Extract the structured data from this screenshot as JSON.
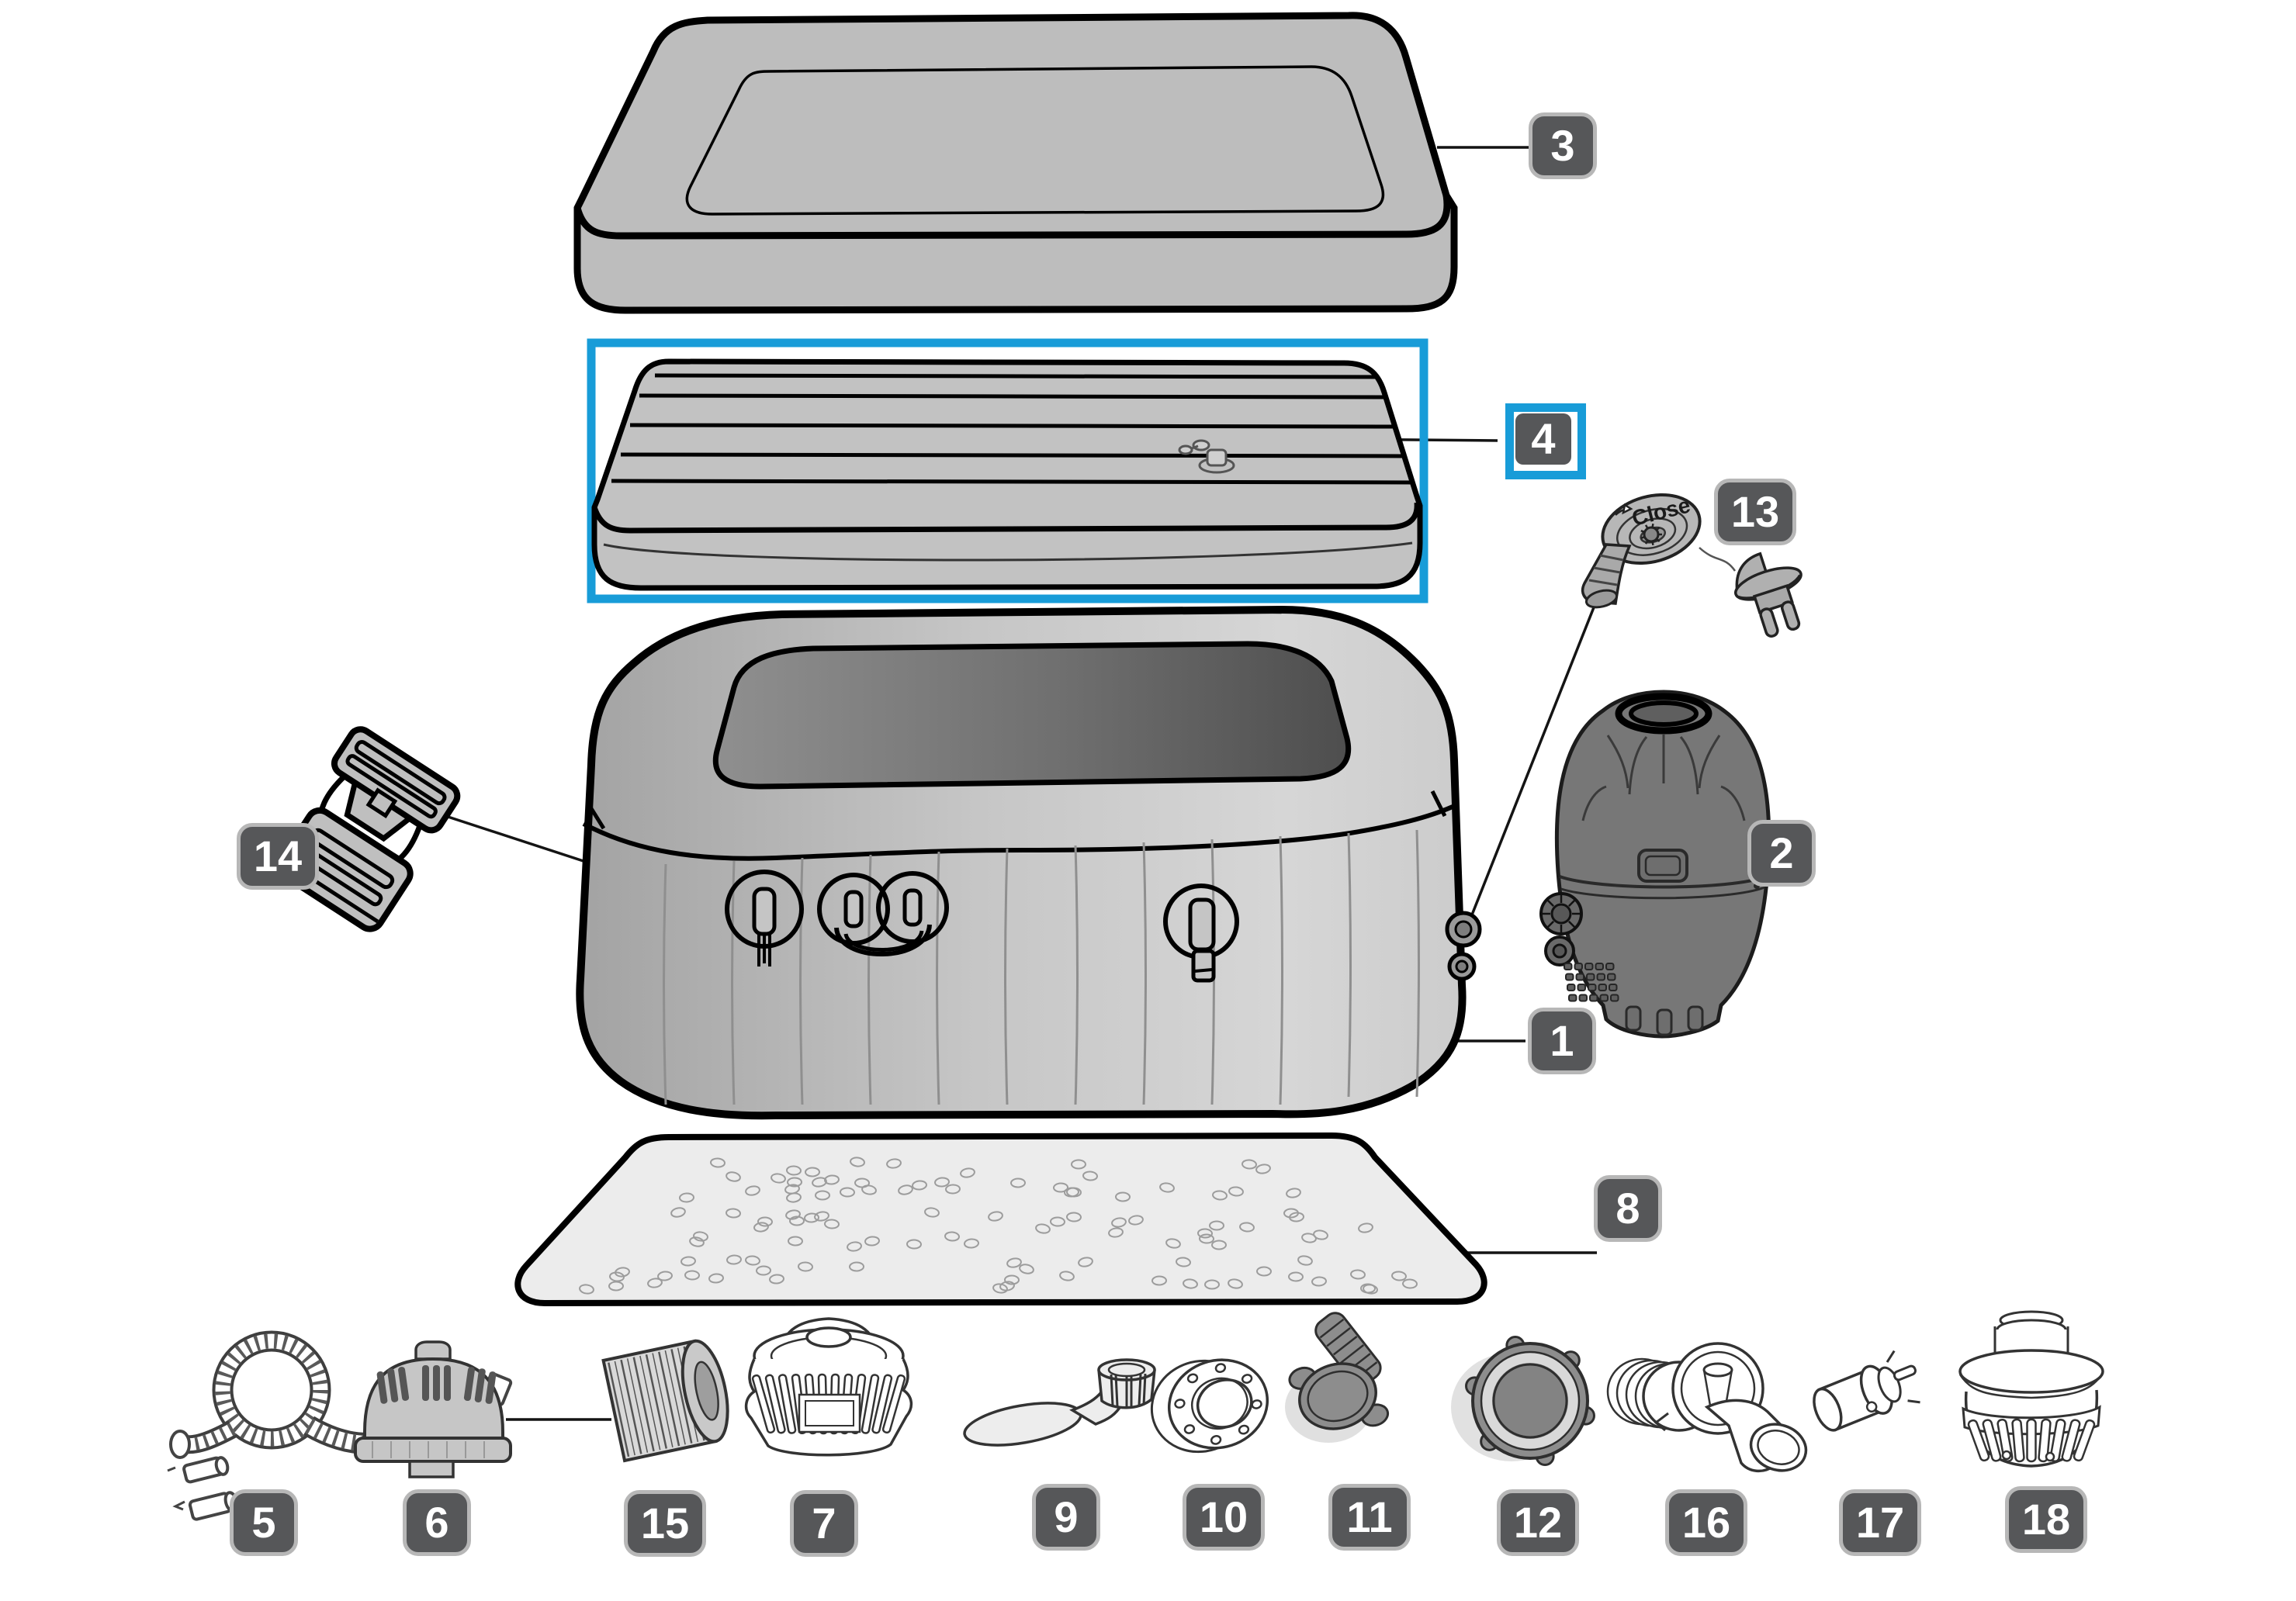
{
  "diagram": {
    "type": "exploded-parts-diagram",
    "background_color": "#ffffff",
    "badge_bg_color": "#565759",
    "badge_ring_color": "#b7b7b7",
    "badge_text_color": "#ffffff",
    "highlight_color": "#189cd8",
    "highlighted_part": "4",
    "valve_cap_label": "Close"
  },
  "badges": [
    {
      "num": "1"
    },
    {
      "num": "2"
    },
    {
      "num": "3"
    },
    {
      "num": "4"
    },
    {
      "num": "5"
    },
    {
      "num": "6"
    },
    {
      "num": "7"
    },
    {
      "num": "8"
    },
    {
      "num": "9"
    },
    {
      "num": "10"
    },
    {
      "num": "11"
    },
    {
      "num": "12"
    },
    {
      "num": "13"
    },
    {
      "num": "14"
    },
    {
      "num": "15"
    },
    {
      "num": "16"
    },
    {
      "num": "17"
    },
    {
      "num": "18"
    }
  ]
}
